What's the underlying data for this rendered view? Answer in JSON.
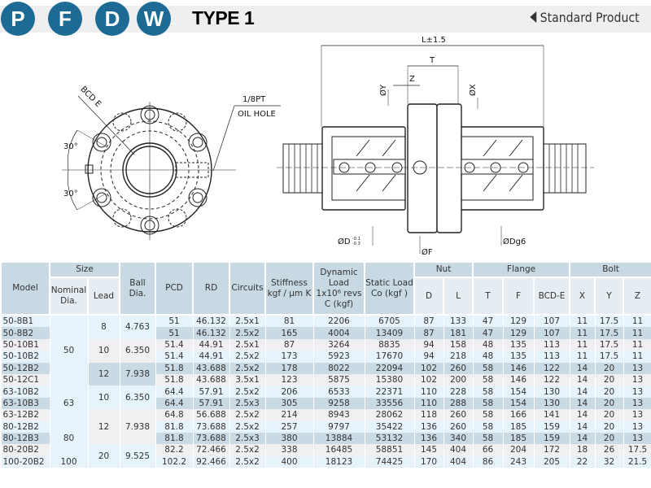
{
  "header": {
    "badges": [
      "P",
      "F",
      "D",
      "W"
    ],
    "title": "TYPE 1",
    "standard_label": "Standard Product",
    "badge_color": "#1d6b94"
  },
  "drawing": {
    "bcd_label": "BCD E",
    "angle_top": "30°",
    "angle_bottom": "30°",
    "pt_label": "1/8PT",
    "oil_hole_label": "OIL HOLE",
    "dim_L": "L±1.5",
    "dim_T": "T",
    "dim_Z": "Z",
    "dim_Y": "ØY",
    "dim_X": "ØX",
    "dim_D": "ØD",
    "dim_D_tol_upper": "-0.1",
    "dim_D_tol_lower": "-0.3",
    "dim_F": "ØF",
    "dim_Dg6": "ØDg6"
  },
  "table": {
    "headers": {
      "model": "Model",
      "size": "Size",
      "nominal": "Nominal Dia.",
      "lead": "Lead",
      "ball": "Ball Dia.",
      "pcd": "PCD",
      "rd": "RD",
      "circuits": "Circuits",
      "stiffness": "Stiffness kgf / μm K",
      "dynamic_1": "Dynamic",
      "dynamic_2": "Load",
      "dynamic_3": "1x10⁶ revs",
      "dynamic_4": "C (kgf)",
      "static": "Static Load Co (kgf )",
      "nut": "Nut",
      "flange": "Flange",
      "bolt": "Bolt",
      "d": "D",
      "l": "L",
      "t": "T",
      "f": "F",
      "bcde": "BCD-E",
      "x": "X",
      "y": "Y",
      "z": "Z"
    },
    "nominal_groups": [
      {
        "value": "50",
        "rows": 6
      },
      {
        "value": "63",
        "rows": 3
      },
      {
        "value": "80",
        "rows": 3
      },
      {
        "value": "100",
        "rows": 1
      }
    ],
    "lead_groups": [
      {
        "value": "8",
        "rows": 2
      },
      {
        "value": "10",
        "rows": 2
      },
      {
        "value": "12",
        "rows": 2
      },
      {
        "value": "10",
        "rows": 2
      },
      {
        "value": "12",
        "rows": 3
      },
      {
        "value": "20",
        "rows": 2
      }
    ],
    "ball_groups": [
      {
        "value": "4.763",
        "rows": 2
      },
      {
        "value": "6.350",
        "rows": 2
      },
      {
        "value": "7.938",
        "rows": 2
      },
      {
        "value": "6.350",
        "rows": 2
      },
      {
        "value": "7.938",
        "rows": 3
      },
      {
        "value": "9.525",
        "rows": 2
      }
    ],
    "rows": [
      [
        "50-8B1",
        "51",
        "46.132",
        "2.5x1",
        "81",
        "2206",
        "6705",
        "87",
        "133",
        "47",
        "129",
        "107",
        "11",
        "17.5",
        "11"
      ],
      [
        "50-8B2",
        "51",
        "46.132",
        "2.5x2",
        "165",
        "4004",
        "13409",
        "87",
        "181",
        "47",
        "129",
        "107",
        "11",
        "17.5",
        "11"
      ],
      [
        "50-10B1",
        "51.4",
        "44.91",
        "2.5x1",
        "87",
        "3264",
        "8835",
        "94",
        "158",
        "48",
        "135",
        "113",
        "11",
        "17.5",
        "11"
      ],
      [
        "50-10B2",
        "51.4",
        "44.91",
        "2.5x2",
        "173",
        "5923",
        "17670",
        "94",
        "218",
        "48",
        "135",
        "113",
        "11",
        "17.5",
        "11"
      ],
      [
        "50-12B2",
        "51.8",
        "43.688",
        "2.5x2",
        "178",
        "8022",
        "22094",
        "102",
        "260",
        "58",
        "146",
        "122",
        "14",
        "20",
        "13"
      ],
      [
        "50-12C1",
        "51.8",
        "43.688",
        "3.5x1",
        "123",
        "5875",
        "15380",
        "102",
        "200",
        "58",
        "146",
        "122",
        "14",
        "20",
        "13"
      ],
      [
        "63-10B2",
        "64.4",
        "57.91",
        "2.5x2",
        "206",
        "6533",
        "22371",
        "110",
        "228",
        "58",
        "154",
        "130",
        "14",
        "20",
        "13"
      ],
      [
        "63-10B3",
        "64.4",
        "57.91",
        "2.5x3",
        "305",
        "9258",
        "33556",
        "110",
        "288",
        "58",
        "154",
        "130",
        "14",
        "20",
        "13"
      ],
      [
        "63-12B2",
        "64.8",
        "56.688",
        "2.5x2",
        "214",
        "8943",
        "28062",
        "118",
        "260",
        "58",
        "166",
        "141",
        "14",
        "20",
        "13"
      ],
      [
        "80-12B2",
        "81.8",
        "73.688",
        "2.5x2",
        "257",
        "9797",
        "35422",
        "136",
        "260",
        "58",
        "185",
        "159",
        "14",
        "20",
        "13"
      ],
      [
        "80-12B3",
        "81.8",
        "73.688",
        "2.5x3",
        "380",
        "13884",
        "53132",
        "136",
        "340",
        "58",
        "185",
        "159",
        "14",
        "20",
        "13"
      ],
      [
        "80-20B2",
        "82.2",
        "72.466",
        "2.5x2",
        "338",
        "16485",
        "58851",
        "145",
        "404",
        "66",
        "204",
        "172",
        "18",
        "26",
        "17.5"
      ],
      [
        "100-20B2",
        "102.2",
        "92.466",
        "2.5x2",
        "400",
        "18123",
        "74425",
        "170",
        "404",
        "86",
        "243",
        "205",
        "22",
        "32",
        "21.5"
      ]
    ]
  }
}
